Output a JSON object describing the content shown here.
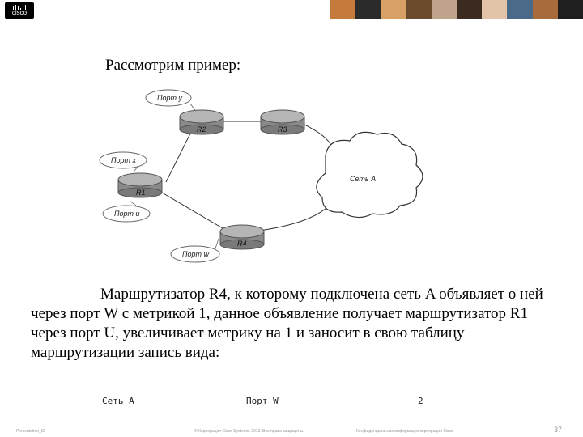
{
  "header": {
    "logo_text": "cisco",
    "photo_colors": [
      "#c47a3a",
      "#2b2b2b",
      "#d9a066",
      "#6b4a2e",
      "#bfa38a",
      "#3a2a20",
      "#e2c4a8",
      "#4b6a8a",
      "#a86b3c",
      "#1f1f1f"
    ]
  },
  "title": "Рассмотрим пример:",
  "diagram": {
    "port_y": "Порт y",
    "port_x": "Порт x",
    "port_u": "Порт u",
    "port_w": "Порт w",
    "r1": "R1",
    "r2": "R2",
    "r3": "R3",
    "r4": "R4",
    "cloud": "Сеть A"
  },
  "paragraph": "Маршрутизатор  R4, к которому подключена сеть A объявляет о ней через порт W с метрикой 1, данное объявление получает маршрутизатор R1 через порт U, увеличивает метрику на 1 и заносит в  свою таблицу маршрутизации запись вида:",
  "record": {
    "network": "Сеть A",
    "port": "Порт W",
    "metric": "2"
  },
  "footer": {
    "left": "Presentation_ID",
    "center": "© Корпорация Cisco Systems, 2013. Все права защищены.",
    "right": "Конфиденциальная информация корпорации Cisco",
    "page": "37"
  }
}
